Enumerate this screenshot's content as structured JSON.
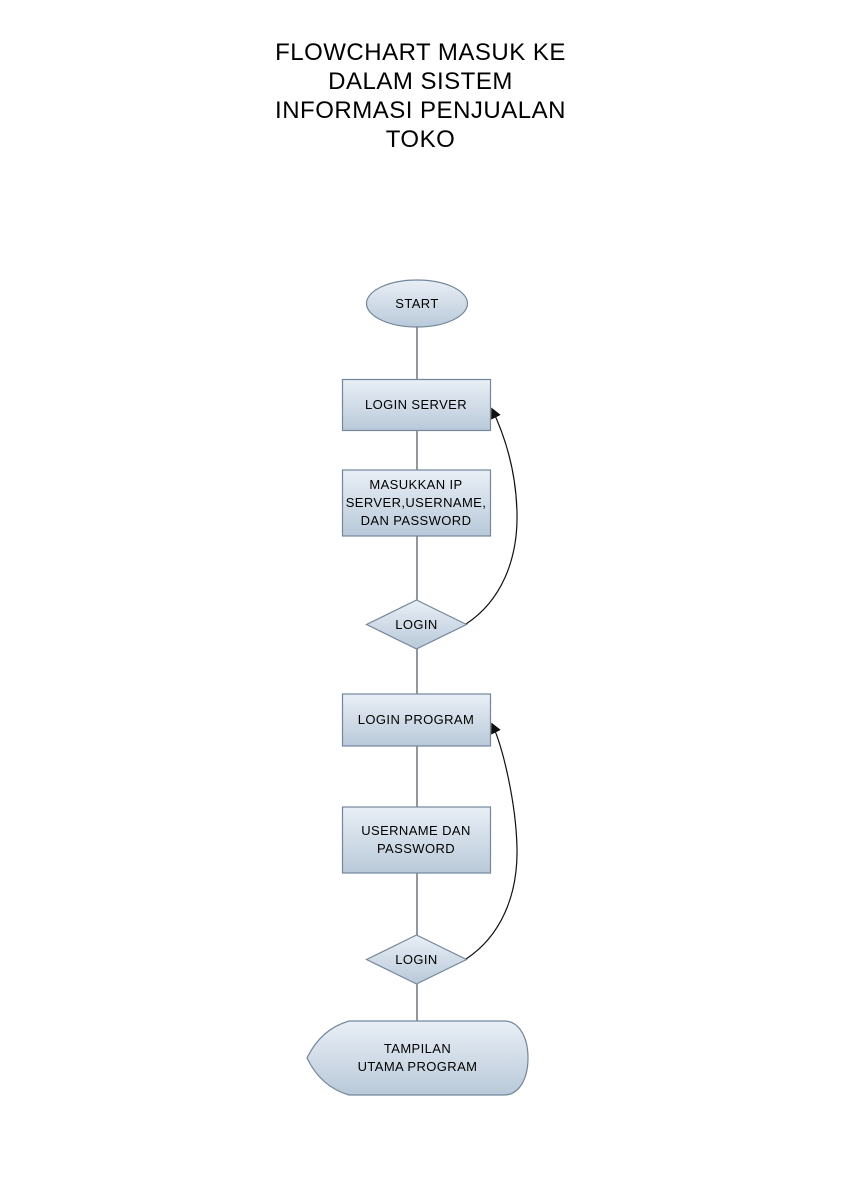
{
  "page": {
    "title": "FLOWCHART MASUK KE\nDALAM SISTEM\nINFORMASI PENJUALAN\nTOKO"
  },
  "flowchart": {
    "nodes": [
      {
        "id": "start",
        "type": "terminator-ellipse",
        "label": "START"
      },
      {
        "id": "login-server",
        "type": "process",
        "label": "LOGIN SERVER"
      },
      {
        "id": "input-credentials",
        "type": "process",
        "label": "MASUKKAN IP\nSERVER,USERNAME,\nDAN PASSWORD"
      },
      {
        "id": "decision-login-server",
        "type": "decision",
        "label": "LOGIN"
      },
      {
        "id": "login-program",
        "type": "process",
        "label": "LOGIN PROGRAM"
      },
      {
        "id": "username-password",
        "type": "process",
        "label": "USERNAME DAN\nPASSWORD"
      },
      {
        "id": "decision-login-program",
        "type": "decision",
        "label": "LOGIN"
      },
      {
        "id": "main-screen",
        "type": "display",
        "label": "TAMPILAN\nUTAMA PROGRAM"
      }
    ],
    "edges": [
      {
        "from": "start",
        "to": "login-server",
        "style": "straight",
        "arrow": false
      },
      {
        "from": "login-server",
        "to": "input-credentials",
        "style": "straight",
        "arrow": false
      },
      {
        "from": "input-credentials",
        "to": "decision-login-server",
        "style": "straight",
        "arrow": false
      },
      {
        "from": "decision-login-server",
        "to": "login-program",
        "style": "straight",
        "arrow": false
      },
      {
        "from": "decision-login-server",
        "to": "login-server",
        "style": "curved-loop-right",
        "arrow": true
      },
      {
        "from": "login-program",
        "to": "username-password",
        "style": "straight",
        "arrow": false
      },
      {
        "from": "username-password",
        "to": "decision-login-program",
        "style": "straight",
        "arrow": false
      },
      {
        "from": "decision-login-program",
        "to": "main-screen",
        "style": "straight",
        "arrow": false
      },
      {
        "from": "decision-login-program",
        "to": "login-program",
        "style": "curved-loop-right",
        "arrow": true
      }
    ],
    "colors": {
      "shape_fill_top": "#e9eff6",
      "shape_fill_bottom": "#b9c9d9",
      "shape_border": "#73879b",
      "connector_line": "#37424b",
      "loop_arrow": "#101010",
      "text": "#000000",
      "page_background": "#ffffff"
    }
  }
}
